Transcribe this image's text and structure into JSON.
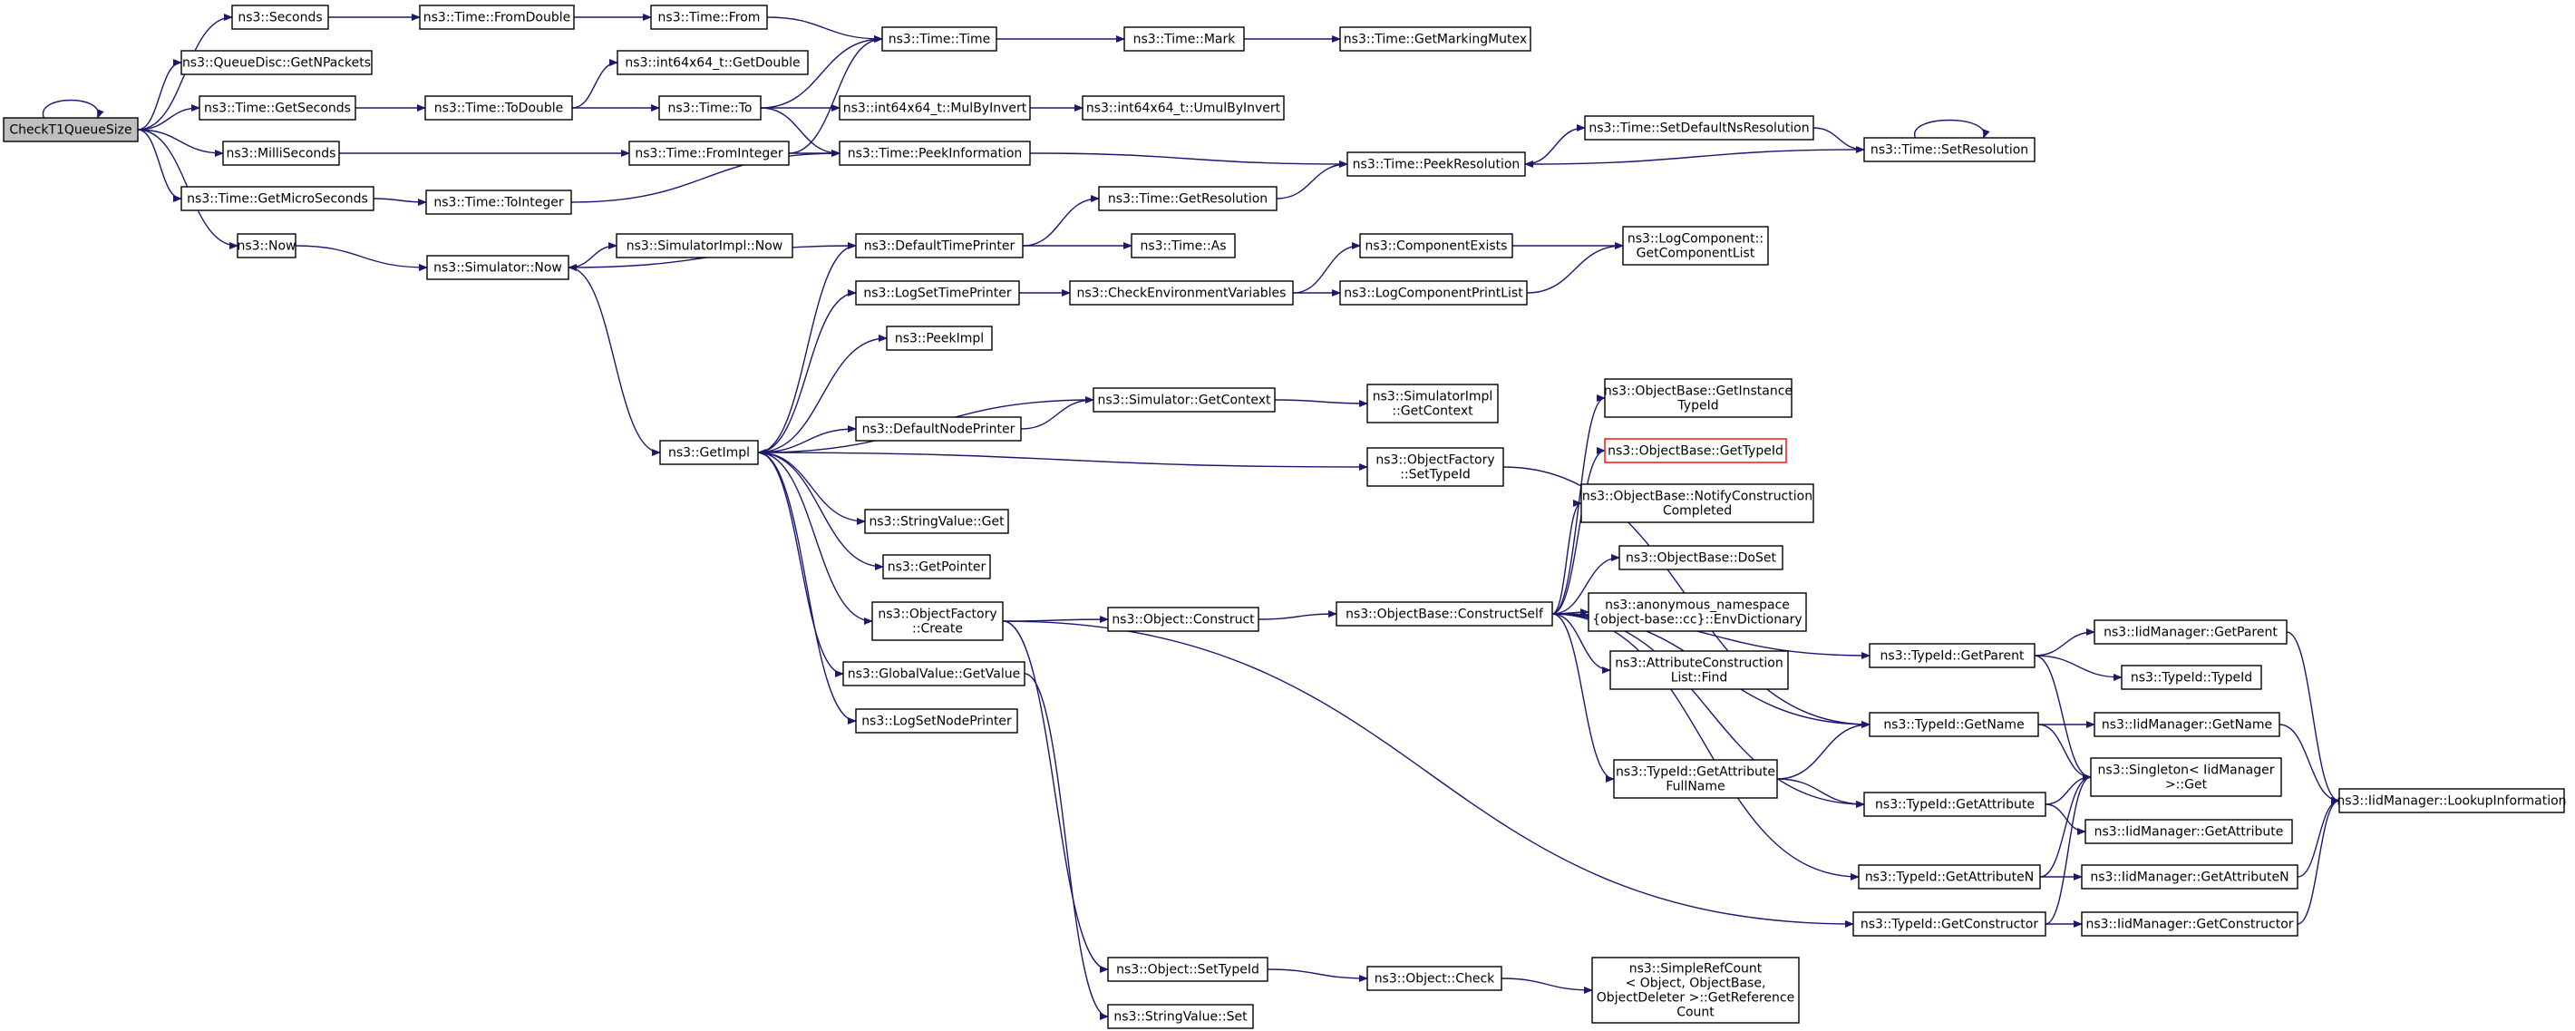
{
  "graph": {
    "colors": {
      "edge": "#191970",
      "node_border": "#000000",
      "root_fill": "#bfbfbf",
      "highlight_border": "#ff0000",
      "fill": "#ffffff"
    },
    "nodes": [
      {
        "id": "root",
        "lines": [
          "CheckT1QueueSize"
        ],
        "style": "root"
      },
      {
        "id": "seconds",
        "lines": [
          "ns3::Seconds"
        ]
      },
      {
        "id": "getnpackets",
        "lines": [
          "ns3::QueueDisc::GetNPackets"
        ]
      },
      {
        "id": "getseconds",
        "lines": [
          "ns3::Time::GetSeconds"
        ]
      },
      {
        "id": "milliseconds",
        "lines": [
          "ns3::MilliSeconds"
        ]
      },
      {
        "id": "getmicroseconds",
        "lines": [
          "ns3::Time::GetMicroSeconds"
        ]
      },
      {
        "id": "now",
        "lines": [
          "ns3::Now"
        ]
      },
      {
        "id": "fromdouble",
        "lines": [
          "ns3::Time::FromDouble"
        ]
      },
      {
        "id": "from",
        "lines": [
          "ns3::Time::From"
        ]
      },
      {
        "id": "time",
        "lines": [
          "ns3::Time::Time"
        ]
      },
      {
        "id": "mark",
        "lines": [
          "ns3::Time::Mark"
        ]
      },
      {
        "id": "getmarkingmutex",
        "lines": [
          "ns3::Time::GetMarkingMutex"
        ]
      },
      {
        "id": "i64getdouble",
        "lines": [
          "ns3::int64x64_t::GetDouble"
        ]
      },
      {
        "id": "todouble",
        "lines": [
          "ns3::Time::ToDouble"
        ]
      },
      {
        "id": "to",
        "lines": [
          "ns3::Time::To"
        ]
      },
      {
        "id": "mulbyinvert",
        "lines": [
          "ns3::int64x64_t::MulByInvert"
        ]
      },
      {
        "id": "umulbyinvert",
        "lines": [
          "ns3::int64x64_t::UmulByInvert"
        ]
      },
      {
        "id": "frominteger",
        "lines": [
          "ns3::Time::FromInteger"
        ]
      },
      {
        "id": "peekinformation",
        "lines": [
          "ns3::Time::PeekInformation"
        ]
      },
      {
        "id": "tointeger",
        "lines": [
          "ns3::Time::ToInteger"
        ]
      },
      {
        "id": "peekresolution",
        "lines": [
          "ns3::Time::PeekResolution"
        ]
      },
      {
        "id": "setdefaultns",
        "lines": [
          "ns3::Time::SetDefaultNsResolution"
        ]
      },
      {
        "id": "setresolution",
        "lines": [
          "ns3::Time::SetResolution"
        ]
      },
      {
        "id": "simnow",
        "lines": [
          "ns3::Simulator::Now"
        ]
      },
      {
        "id": "simimplnow",
        "lines": [
          "ns3::SimulatorImpl::Now"
        ]
      },
      {
        "id": "defaulttimeprinter",
        "lines": [
          "ns3::DefaultTimePrinter"
        ]
      },
      {
        "id": "getresolution",
        "lines": [
          "ns3::Time::GetResolution"
        ]
      },
      {
        "id": "timeas",
        "lines": [
          "ns3::Time::As"
        ]
      },
      {
        "id": "logsettimeprinter",
        "lines": [
          "ns3::LogSetTimePrinter"
        ]
      },
      {
        "id": "checkenv",
        "lines": [
          "ns3::CheckEnvironmentVariables"
        ]
      },
      {
        "id": "componentexists",
        "lines": [
          "ns3::ComponentExists"
        ]
      },
      {
        "id": "logcomponentprintlist",
        "lines": [
          "ns3::LogComponentPrintList"
        ]
      },
      {
        "id": "getcomponentlist",
        "lines": [
          "ns3::LogComponent::",
          "GetComponentList"
        ]
      },
      {
        "id": "peekimpl",
        "lines": [
          "ns3::PeekImpl"
        ]
      },
      {
        "id": "simgetcontext",
        "lines": [
          "ns3::Simulator::GetContext"
        ]
      },
      {
        "id": "simimplgetcontext",
        "lines": [
          "ns3::SimulatorImpl",
          "::GetContext"
        ]
      },
      {
        "id": "defaultnodeprinter",
        "lines": [
          "ns3::DefaultNodePrinter"
        ]
      },
      {
        "id": "getimpl",
        "lines": [
          "ns3::GetImpl"
        ]
      },
      {
        "id": "ofsettypeid",
        "lines": [
          "ns3::ObjectFactory",
          "::SetTypeId"
        ]
      },
      {
        "id": "stringvalueget",
        "lines": [
          "ns3::StringValue::Get"
        ]
      },
      {
        "id": "getpointer",
        "lines": [
          "ns3::GetPointer"
        ]
      },
      {
        "id": "ofcreate",
        "lines": [
          "ns3::ObjectFactory",
          "::Create"
        ]
      },
      {
        "id": "globalvaluegetvalue",
        "lines": [
          "ns3::GlobalValue::GetValue"
        ]
      },
      {
        "id": "logsetnodeprinter",
        "lines": [
          "ns3::LogSetNodePrinter"
        ]
      },
      {
        "id": "objectconstruct",
        "lines": [
          "ns3::Object::Construct"
        ]
      },
      {
        "id": "constructself",
        "lines": [
          "ns3::ObjectBase::ConstructSelf"
        ]
      },
      {
        "id": "getinstancetypeid",
        "lines": [
          "ns3::ObjectBase::GetInstance",
          "TypeId"
        ]
      },
      {
        "id": "obgettypeid",
        "lines": [
          "ns3::ObjectBase::GetTypeId"
        ],
        "style": "highlight"
      },
      {
        "id": "notifyconstruction",
        "lines": [
          "ns3::ObjectBase::NotifyConstruction",
          "Completed"
        ]
      },
      {
        "id": "doset",
        "lines": [
          "ns3::ObjectBase::DoSet"
        ]
      },
      {
        "id": "envdictionary",
        "lines": [
          "ns3::anonymous_namespace",
          "{object-base::cc}::EnvDictionary"
        ]
      },
      {
        "id": "attrconstructionfind",
        "lines": [
          "ns3::AttributeConstruction",
          "List::Find"
        ]
      },
      {
        "id": "typeidgetparent",
        "lines": [
          "ns3::TypeId::GetParent"
        ]
      },
      {
        "id": "iidgetparent",
        "lines": [
          "ns3::IidManager::GetParent"
        ]
      },
      {
        "id": "typeidtypeid",
        "lines": [
          "ns3::TypeId::TypeId"
        ]
      },
      {
        "id": "typeidgetname",
        "lines": [
          "ns3::TypeId::GetName"
        ]
      },
      {
        "id": "iidgetname",
        "lines": [
          "ns3::IidManager::GetName"
        ]
      },
      {
        "id": "singletonget",
        "lines": [
          "ns3::Singleton< IidManager",
          " >::Get"
        ]
      },
      {
        "id": "getattrfullname",
        "lines": [
          "ns3::TypeId::GetAttribute",
          "FullName"
        ]
      },
      {
        "id": "typeidgetattribute",
        "lines": [
          "ns3::TypeId::GetAttribute"
        ]
      },
      {
        "id": "iidgetattribute",
        "lines": [
          "ns3::IidManager::GetAttribute"
        ]
      },
      {
        "id": "lookupinformation",
        "lines": [
          "ns3::IidManager::LookupInformation"
        ]
      },
      {
        "id": "typeidgetattributen",
        "lines": [
          "ns3::TypeId::GetAttributeN"
        ]
      },
      {
        "id": "iidgetattributen",
        "lines": [
          "ns3::IidManager::GetAttributeN"
        ]
      },
      {
        "id": "typeidgetconstructor",
        "lines": [
          "ns3::TypeId::GetConstructor"
        ]
      },
      {
        "id": "iidgetconstructor",
        "lines": [
          "ns3::IidManager::GetConstructor"
        ]
      },
      {
        "id": "objectsettypeid",
        "lines": [
          "ns3::Object::SetTypeId"
        ]
      },
      {
        "id": "objectcheck",
        "lines": [
          "ns3::Object::Check"
        ]
      },
      {
        "id": "simplerefcount",
        "lines": [
          "ns3::SimpleRefCount",
          "< Object, ObjectBase,",
          " ObjectDeleter >::GetReference",
          "Count"
        ]
      },
      {
        "id": "stringvalueset",
        "lines": [
          "ns3::StringValue::Set"
        ]
      }
    ],
    "edges": [
      [
        "root",
        "root"
      ],
      [
        "root",
        "seconds"
      ],
      [
        "root",
        "getnpackets"
      ],
      [
        "root",
        "getseconds"
      ],
      [
        "root",
        "milliseconds"
      ],
      [
        "root",
        "getmicroseconds"
      ],
      [
        "root",
        "now"
      ],
      [
        "seconds",
        "fromdouble"
      ],
      [
        "fromdouble",
        "from"
      ],
      [
        "from",
        "time"
      ],
      [
        "time",
        "mark"
      ],
      [
        "mark",
        "getmarkingmutex"
      ],
      [
        "getseconds",
        "todouble"
      ],
      [
        "todouble",
        "i64getdouble"
      ],
      [
        "todouble",
        "to"
      ],
      [
        "to",
        "time"
      ],
      [
        "to",
        "mulbyinvert"
      ],
      [
        "to",
        "peekinformation"
      ],
      [
        "mulbyinvert",
        "umulbyinvert"
      ],
      [
        "milliseconds",
        "frominteger"
      ],
      [
        "frominteger",
        "time"
      ],
      [
        "frominteger",
        "peekinformation"
      ],
      [
        "getmicroseconds",
        "tointeger"
      ],
      [
        "tointeger",
        "peekinformation"
      ],
      [
        "peekinformation",
        "peekresolution"
      ],
      [
        "peekresolution",
        "setdefaultns"
      ],
      [
        "setdefaultns",
        "setresolution"
      ],
      [
        "setresolution",
        "peekresolution"
      ],
      [
        "setresolution",
        "setresolution"
      ],
      [
        "now",
        "simnow"
      ],
      [
        "simnow",
        "simimplnow"
      ],
      [
        "simnow",
        "getimpl"
      ],
      [
        "defaulttimeprinter",
        "simnow"
      ],
      [
        "defaulttimeprinter",
        "getresolution"
      ],
      [
        "defaulttimeprinter",
        "timeas"
      ],
      [
        "getresolution",
        "peekresolution"
      ],
      [
        "logsettimeprinter",
        "checkenv"
      ],
      [
        "checkenv",
        "componentexists"
      ],
      [
        "checkenv",
        "logcomponentprintlist"
      ],
      [
        "componentexists",
        "getcomponentlist"
      ],
      [
        "logcomponentprintlist",
        "getcomponentlist"
      ],
      [
        "getimpl",
        "defaulttimeprinter"
      ],
      [
        "getimpl",
        "logsettimeprinter"
      ],
      [
        "getimpl",
        "peekimpl"
      ],
      [
        "getimpl",
        "defaultnodeprinter"
      ],
      [
        "getimpl",
        "ofsettypeid"
      ],
      [
        "getimpl",
        "stringvalueget"
      ],
      [
        "getimpl",
        "getpointer"
      ],
      [
        "getimpl",
        "ofcreate"
      ],
      [
        "getimpl",
        "globalvaluegetvalue"
      ],
      [
        "getimpl",
        "logsetnodeprinter"
      ],
      [
        "simgetcontext",
        "getimpl"
      ],
      [
        "simgetcontext",
        "simimplgetcontext"
      ],
      [
        "defaultnodeprinter",
        "simgetcontext"
      ],
      [
        "ofsettypeid",
        "typeidgetname"
      ],
      [
        "ofcreate",
        "objectconstruct"
      ],
      [
        "ofcreate",
        "typeidgetconstructor"
      ],
      [
        "ofcreate",
        "objectsettypeid"
      ],
      [
        "globalvaluegetvalue",
        "stringvalueset"
      ],
      [
        "objectconstruct",
        "constructself"
      ],
      [
        "constructself",
        "getinstancetypeid"
      ],
      [
        "constructself",
        "obgettypeid"
      ],
      [
        "constructself",
        "notifyconstruction"
      ],
      [
        "constructself",
        "doset"
      ],
      [
        "constructself",
        "envdictionary"
      ],
      [
        "constructself",
        "attrconstructionfind"
      ],
      [
        "constructself",
        "typeidgetparent"
      ],
      [
        "constructself",
        "typeidgetname"
      ],
      [
        "constructself",
        "getattrfullname"
      ],
      [
        "constructself",
        "typeidgetattribute"
      ],
      [
        "constructself",
        "typeidgetattributen"
      ],
      [
        "typeidgetparent",
        "iidgetparent"
      ],
      [
        "typeidgetparent",
        "typeidtypeid"
      ],
      [
        "typeidgetparent",
        "singletonget"
      ],
      [
        "typeidgetname",
        "iidgetname"
      ],
      [
        "typeidgetname",
        "singletonget"
      ],
      [
        "getattrfullname",
        "typeidgetname"
      ],
      [
        "getattrfullname",
        "typeidgetattribute"
      ],
      [
        "typeidgetattribute",
        "singletonget"
      ],
      [
        "typeidgetattribute",
        "iidgetattribute"
      ],
      [
        "typeidgetattributen",
        "singletonget"
      ],
      [
        "typeidgetattributen",
        "iidgetattributen"
      ],
      [
        "typeidgetconstructor",
        "singletonget"
      ],
      [
        "typeidgetconstructor",
        "iidgetconstructor"
      ],
      [
        "iidgetparent",
        "lookupinformation"
      ],
      [
        "iidgetname",
        "lookupinformation"
      ],
      [
        "iidgetattributen",
        "lookupinformation"
      ],
      [
        "iidgetconstructor",
        "lookupinformation"
      ],
      [
        "objectsettypeid",
        "objectcheck"
      ],
      [
        "objectcheck",
        "simplerefcount"
      ]
    ]
  }
}
